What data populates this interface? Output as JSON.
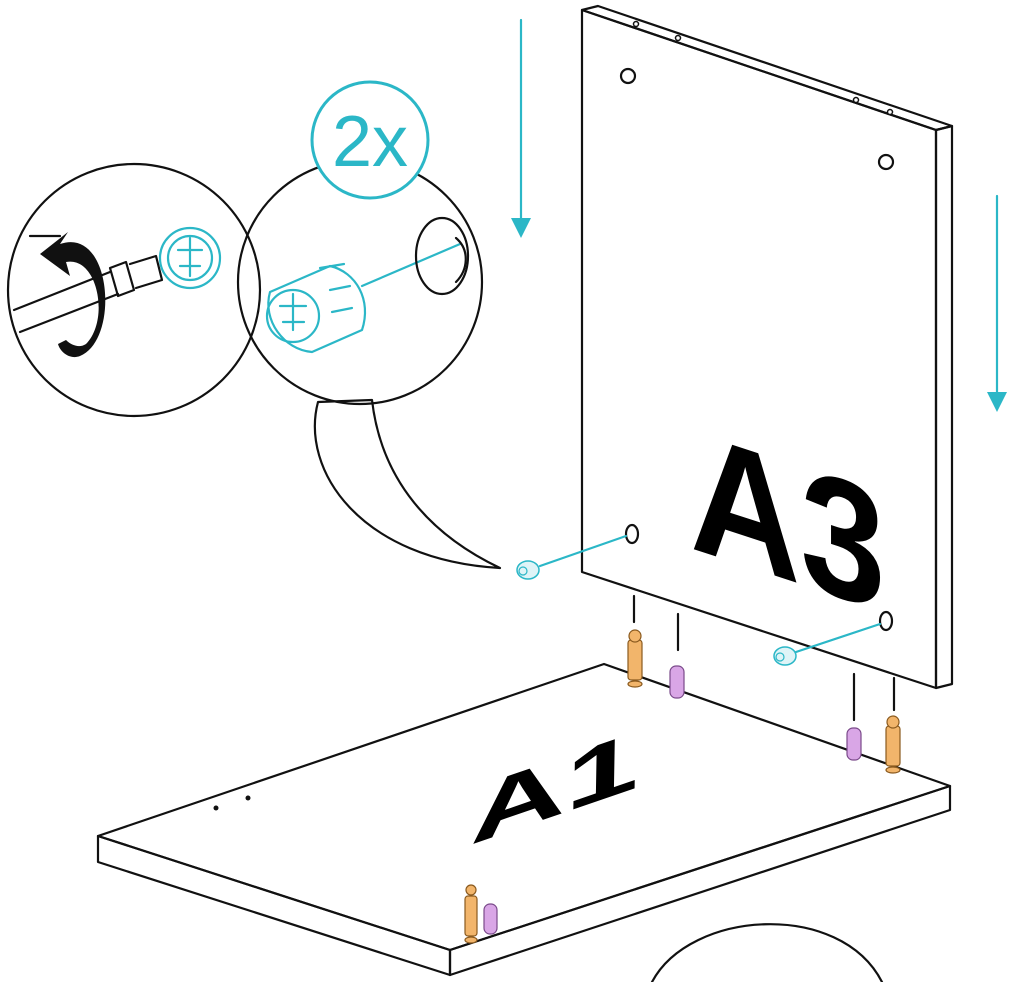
{
  "labels": {
    "quantity": "2x",
    "panel_vertical": "A3",
    "panel_horizontal": "A1"
  },
  "colors": {
    "accent": "#2bb7c7",
    "outline": "#111111",
    "dowel": "#f2b56b",
    "pin": "#d9a6e6"
  },
  "icons": [
    "cam-lock-icon",
    "screwdriver-icon",
    "rotate-arrow-icon",
    "down-arrow-icon",
    "cam-bolt-icon",
    "wood-dowel-icon"
  ]
}
